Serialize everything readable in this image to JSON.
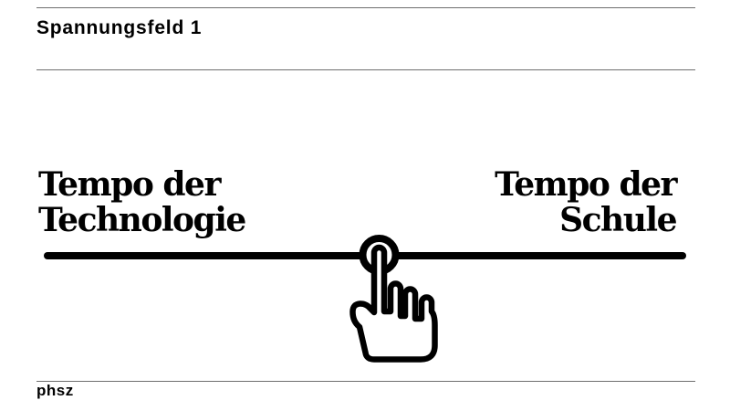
{
  "header": {
    "title": "Spannungsfeld 1"
  },
  "diagram": {
    "type": "bipolar-tension-scale",
    "left_pole": {
      "line1": "Tempo der",
      "line2": "Technologie"
    },
    "right_pole": {
      "line1": "Tempo der",
      "line2": "Schule"
    },
    "marker": {
      "icon": "tap-hand-icon",
      "position_percent": 52
    }
  },
  "footer": {
    "logo": "phsz"
  },
  "colors": {
    "ink": "#000000",
    "rule": "#6e6e6e",
    "background": "#ffffff"
  }
}
